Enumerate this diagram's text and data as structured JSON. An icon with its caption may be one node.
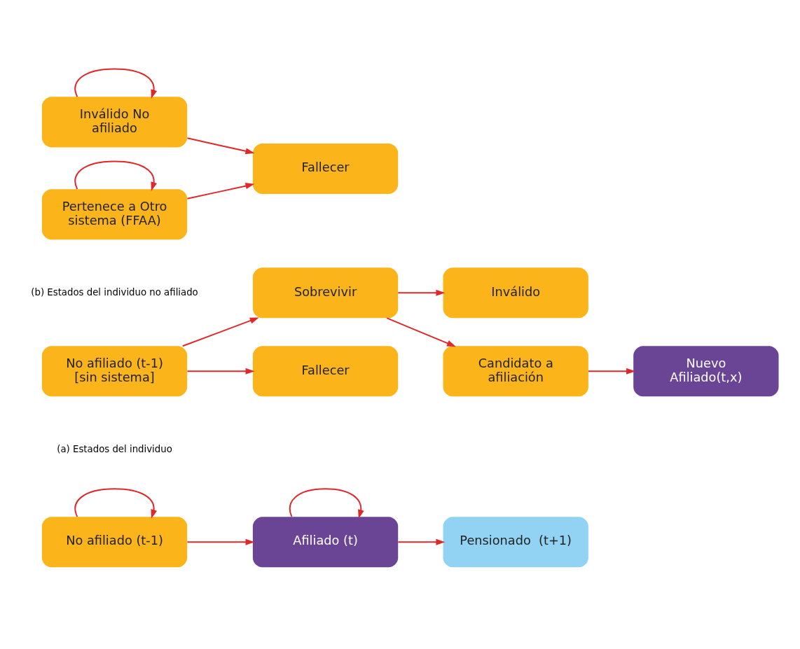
{
  "diagram": {
    "nodes": [
      {
        "text": [
          "No afiliado (t-1)"
        ]
      },
      {
        "text": [
          "Afiliado (t)"
        ]
      },
      {
        "text": [
          "Pensionado  (t+1)"
        ]
      },
      {
        "text": [
          "No afiliado (t-1) [sin sistema]"
        ]
      },
      {
        "text": [
          "Fallecer"
        ]
      },
      {
        "text": [
          "Sobrevivir"
        ]
      },
      {
        "text": [
          "Candidato a afiliación"
        ]
      },
      {
        "text": [
          "Inválido"
        ]
      },
      {
        "text": [
          "Nuevo Afiliado(t,x)"
        ]
      },
      {
        "text": [
          "Inválido No afiliado"
        ]
      },
      {
        "text": [
          "Pertenece a Otro sistema (FFAA)"
        ]
      },
      {
        "text": [
          "Fallecer"
        ]
      }
    ],
    "edges": [
      {
        "from": 0,
        "to": 1,
        "arrow": "to"
      },
      {
        "from": 0,
        "to": 0,
        "arrow": "to"
      },
      {
        "from": 1,
        "to": 2,
        "arrow": "to"
      },
      {
        "from": 1,
        "to": 1,
        "arrow": "to"
      },
      {
        "from": 3,
        "to": 4,
        "arrow": "to"
      },
      {
        "from": 3,
        "to": 5,
        "arrow": "to"
      },
      {
        "from": 5,
        "to": 6,
        "arrow": "to"
      },
      {
        "from": 5,
        "to": 7,
        "arrow": "to"
      },
      {
        "from": 6,
        "to": 8,
        "arrow": "to"
      },
      {
        "from": 9,
        "to": 11,
        "arrow": "to"
      },
      {
        "from": 9,
        "to": 9,
        "arrow": "to"
      },
      {
        "from": 10,
        "to": 11,
        "arrow": "to"
      },
      {
        "from": 10,
        "to": 10,
        "arrow": "to"
      }
    ],
    "labels": [
      "(a) Estados del individuo",
      "(b) Estados del individuo no afiliado"
    ]
  }
}
